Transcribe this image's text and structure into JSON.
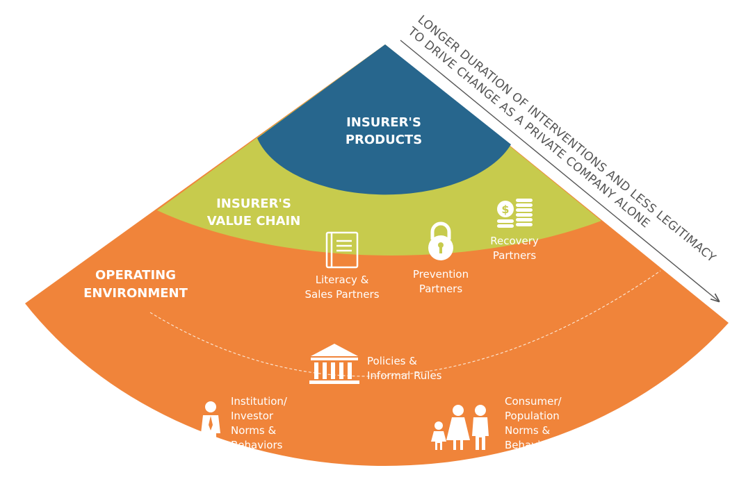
{
  "colors": {
    "outer": "#F0843A",
    "middle": "#C7CB4D",
    "inner": "#27668D",
    "text": "#FFFFFF",
    "arrow": "#555555"
  },
  "products": {
    "line1": "INSURER'S",
    "line2": "PRODUCTS"
  },
  "value_chain": {
    "line1": "INSURER'S",
    "line2": "VALUE CHAIN",
    "items": [
      {
        "icon": "book-icon",
        "line1": "Literacy &",
        "line2": "Sales Partners"
      },
      {
        "icon": "lock-icon",
        "line1": "Prevention",
        "line2": "Partners"
      },
      {
        "icon": "coins-icon",
        "line1": "Recovery",
        "line2": "Partners"
      }
    ]
  },
  "operating_environment": {
    "line1": "OPERATING",
    "line2": "ENVIRONMENT",
    "policies": {
      "icon": "institution-building-icon",
      "line1": "Policies &",
      "line2": "Informal Rules"
    },
    "institution": {
      "icon": "investor-person-icon",
      "lines": [
        "Institution/",
        "Investor",
        "Norms &",
        "Behaviors"
      ]
    },
    "consumer": {
      "icon": "family-icon",
      "lines": [
        "Consumer/",
        "Population",
        "Norms &",
        "Behaviors"
      ]
    }
  },
  "arrow": {
    "line1": "LONGER DURATION OF INTERVENTIONS AND LESS LEGITIMACY",
    "line2": "TO DRIVE CHANGE AS A PRIVATE COMPANY ALONE"
  }
}
